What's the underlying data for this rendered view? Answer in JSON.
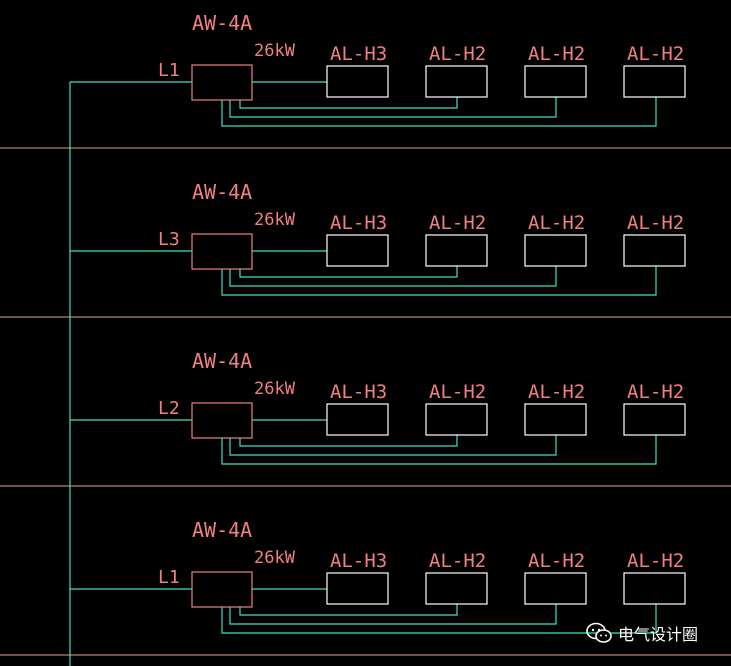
{
  "colors": {
    "background": "#000000",
    "text": "#f08080",
    "device_box": "#f08080",
    "floor_line": "#e8a090",
    "trunk": "#40e0c0",
    "cable": "#40e0c0",
    "panel_box": "#ffffff"
  },
  "floors": [
    {
      "phase": "L1",
      "cabinet": "AW-4A",
      "power": "26kW",
      "panels": [
        "AL-H3",
        "AL-H2",
        "AL-H2",
        "AL-H2"
      ]
    },
    {
      "phase": "L3",
      "cabinet": "AW-4A",
      "power": "26kW",
      "panels": [
        "AL-H3",
        "AL-H2",
        "AL-H2",
        "AL-H2"
      ]
    },
    {
      "phase": "L2",
      "cabinet": "AW-4A",
      "power": "26kW",
      "panels": [
        "AL-H3",
        "AL-H2",
        "AL-H2",
        "AL-H2"
      ]
    },
    {
      "phase": "L1",
      "cabinet": "AW-4A",
      "power": "26kW",
      "panels": [
        "AL-H3",
        "AL-H2",
        "AL-H2",
        "AL-H2"
      ]
    }
  ],
  "watermark": {
    "logo_icon": "wechat-icon",
    "text": "电气设计圈"
  }
}
